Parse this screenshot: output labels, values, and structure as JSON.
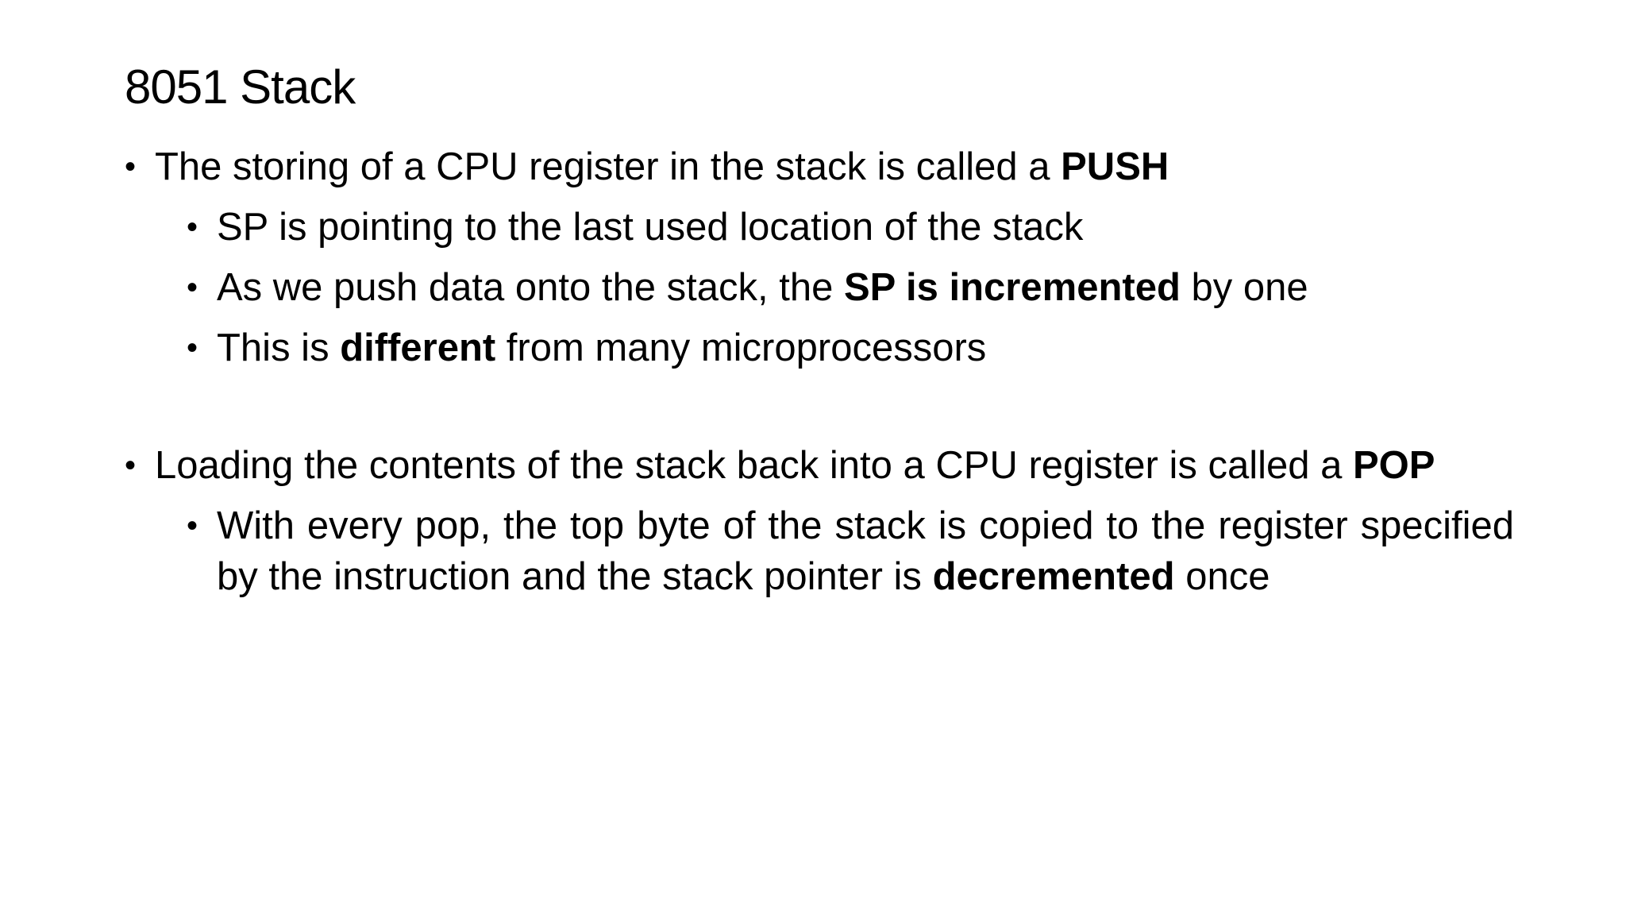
{
  "slide": {
    "title": "8051 Stack",
    "bullets": [
      {
        "text": "The storing of a CPU register in the stack is called a ",
        "bold": "PUSH",
        "sub": [
          {
            "text": "SP is pointing to the last used location of the stack"
          },
          {
            "before": "As we push data onto the stack, the ",
            "bold": "SP is incremented",
            "after": " by one"
          },
          {
            "before": "This is ",
            "bold": "different",
            "after": " from many microprocessors"
          }
        ]
      },
      {
        "text": "Loading the contents of the stack back into a CPU register is called a ",
        "bold": "POP",
        "sub": [
          {
            "before": "With every pop, the top byte of the stack is copied to the register specified by the instruction and the stack pointer is ",
            "bold": "decremented",
            "after": " once"
          }
        ]
      }
    ]
  }
}
